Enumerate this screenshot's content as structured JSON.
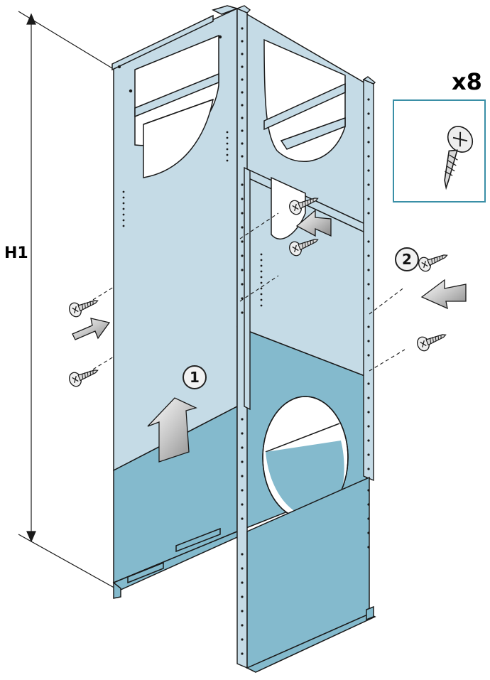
{
  "dimension_label": "H1",
  "quantity_label": "x8",
  "steps": [
    "1",
    "2"
  ],
  "colors": {
    "panel_light": "#c5dbe6",
    "panel_dark": "#84bacd",
    "outline": "#1a1a1a",
    "arrow_fill": "#aeaeae",
    "callout_border": "#3a8fa6"
  },
  "icons": [
    "screw-icon",
    "push-arrow-icon"
  ]
}
